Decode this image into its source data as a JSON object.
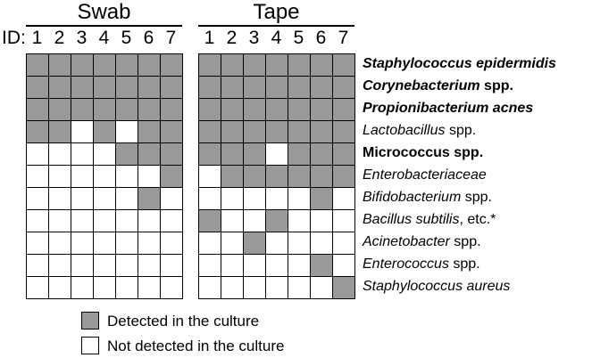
{
  "groups": [
    {
      "title": "Swab",
      "columns": [
        "1",
        "2",
        "3",
        "4",
        "5",
        "6",
        "7"
      ],
      "rows": [
        [
          1,
          1,
          1,
          1,
          1,
          1,
          1
        ],
        [
          1,
          1,
          1,
          1,
          1,
          1,
          1
        ],
        [
          1,
          1,
          1,
          1,
          1,
          1,
          1
        ],
        [
          1,
          1,
          0,
          1,
          0,
          1,
          1
        ],
        [
          0,
          0,
          0,
          0,
          1,
          1,
          1
        ],
        [
          0,
          0,
          0,
          0,
          0,
          0,
          1
        ],
        [
          0,
          0,
          0,
          0,
          0,
          1,
          0
        ],
        [
          0,
          0,
          0,
          0,
          0,
          0,
          0
        ],
        [
          0,
          0,
          0,
          0,
          0,
          0,
          0
        ],
        [
          0,
          0,
          0,
          0,
          0,
          0,
          0
        ],
        [
          0,
          0,
          0,
          0,
          0,
          0,
          0
        ]
      ]
    },
    {
      "title": "Tape",
      "columns": [
        "1",
        "2",
        "3",
        "4",
        "5",
        "6",
        "7"
      ],
      "rows": [
        [
          1,
          1,
          1,
          1,
          1,
          1,
          1
        ],
        [
          1,
          1,
          1,
          1,
          1,
          1,
          1
        ],
        [
          1,
          1,
          1,
          1,
          1,
          1,
          1
        ],
        [
          1,
          1,
          1,
          1,
          1,
          1,
          1
        ],
        [
          1,
          1,
          1,
          0,
          1,
          1,
          1
        ],
        [
          0,
          1,
          1,
          1,
          1,
          1,
          1
        ],
        [
          0,
          0,
          0,
          0,
          0,
          1,
          0
        ],
        [
          1,
          0,
          0,
          1,
          0,
          0,
          0
        ],
        [
          0,
          0,
          1,
          0,
          0,
          0,
          0
        ],
        [
          0,
          0,
          0,
          0,
          0,
          1,
          0
        ],
        [
          0,
          0,
          0,
          0,
          0,
          0,
          1
        ]
      ]
    }
  ],
  "id_label": "ID:",
  "species": [
    {
      "parts": [
        {
          "text": "Staphylococcus epidermidis",
          "italic": true,
          "bold": true
        }
      ]
    },
    {
      "parts": [
        {
          "text": "Corynebacterium",
          "italic": true,
          "bold": true
        },
        {
          "text": " spp.",
          "italic": false,
          "bold": true
        }
      ]
    },
    {
      "parts": [
        {
          "text": "Propionibacterium acnes",
          "italic": true,
          "bold": true
        }
      ]
    },
    {
      "parts": [
        {
          "text": "Lactobacillus",
          "italic": true,
          "bold": false
        },
        {
          "text": " spp.",
          "italic": false,
          "bold": false
        }
      ]
    },
    {
      "parts": [
        {
          "text": "Micrococcus",
          "italic": false,
          "bold": true
        },
        {
          "text": " spp.",
          "italic": false,
          "bold": true
        }
      ]
    },
    {
      "parts": [
        {
          "text": "Enterobacteriaceae",
          "italic": true,
          "bold": false
        }
      ]
    },
    {
      "parts": [
        {
          "text": "Bifidobacterium",
          "italic": true,
          "bold": false
        },
        {
          "text": " spp.",
          "italic": false,
          "bold": false
        }
      ]
    },
    {
      "parts": [
        {
          "text": "Bacillus subtilis",
          "italic": true,
          "bold": false
        },
        {
          "text": ", etc.*",
          "italic": false,
          "bold": false
        }
      ]
    },
    {
      "parts": [
        {
          "text": "Acinetobacter",
          "italic": true,
          "bold": false
        },
        {
          "text": " spp.",
          "italic": false,
          "bold": false
        }
      ]
    },
    {
      "parts": [
        {
          "text": "Enterococcus",
          "italic": true,
          "bold": false
        },
        {
          "text": " spp.",
          "italic": false,
          "bold": false
        }
      ]
    },
    {
      "parts": [
        {
          "text": "Staphylococcus aureus",
          "italic": true,
          "bold": false
        }
      ]
    }
  ],
  "legend": {
    "detected": "Detected in the culture",
    "not_detected": "Not detected in the culture"
  },
  "colors": {
    "detected": "#999999",
    "not_detected": "#ffffff",
    "grid_line": "#000000"
  }
}
